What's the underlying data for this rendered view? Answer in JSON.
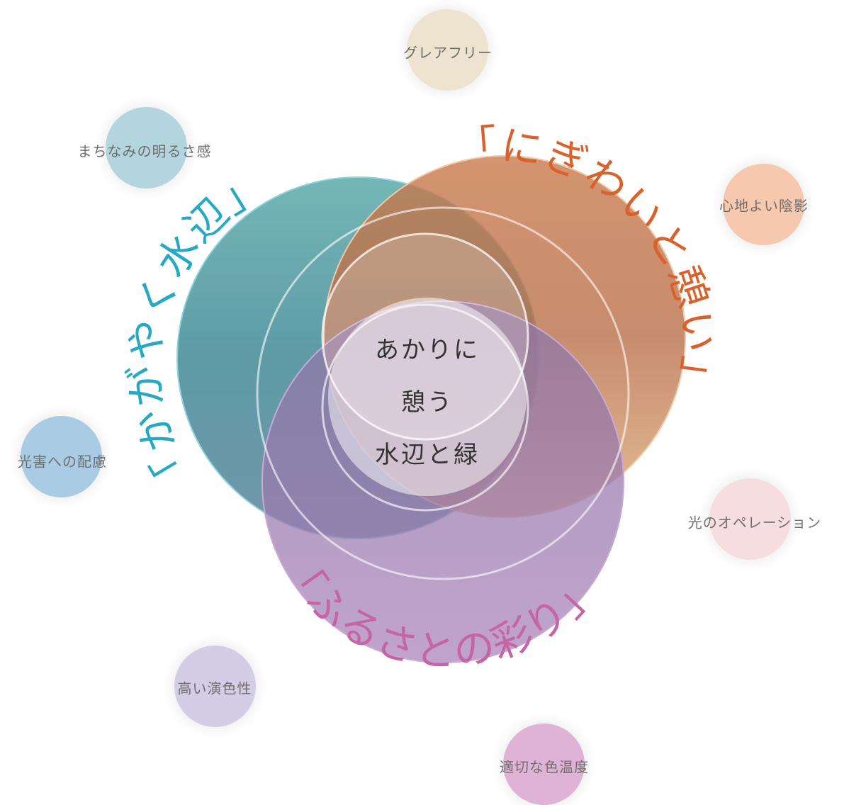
{
  "center": {
    "line1": "あかりに",
    "line2": "憩う",
    "line3": "水辺と緑"
  },
  "circles": [
    {
      "id": "waterside",
      "label": "「かがやく水辺」",
      "color": "#27a9c4",
      "fill": "#4aa7b0"
    },
    {
      "id": "nigiwai",
      "label": "「にぎわいと憩い」",
      "color": "#d9612c",
      "fill": "#e08a45"
    },
    {
      "id": "furusato",
      "label": "「ふるさとの彩り」",
      "color": "#c565a5",
      "fill": "#9b7ab5"
    }
  ],
  "bubbles": [
    {
      "id": "glare-free",
      "label": "グレアフリー",
      "color": "#eee3cf"
    },
    {
      "id": "town-brightness",
      "label": "まちなみの明るさ感",
      "color": "#b3d6de"
    },
    {
      "id": "pleasant-shade",
      "label": "心地よい陰影",
      "color": "#f6c8ad"
    },
    {
      "id": "light-pollution",
      "label": "光害への配慮",
      "color": "#a9cbe4"
    },
    {
      "id": "light-operation",
      "label": "光のオペレーション",
      "color": "#f5dde0"
    },
    {
      "id": "high-cri",
      "label": "高い演色性",
      "color": "#d4cde6"
    },
    {
      "id": "color-temp",
      "label": "適切な色温度",
      "color": "#e0b3d6"
    }
  ]
}
